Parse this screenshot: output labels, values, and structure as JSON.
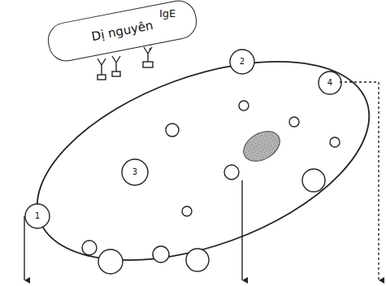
{
  "diagram": {
    "nodes": [
      {
        "text": [
          "Dị nguyên"
        ]
      }
    ],
    "labels": [
      "IgE",
      "1",
      "2",
      "3",
      "4"
    ]
  }
}
